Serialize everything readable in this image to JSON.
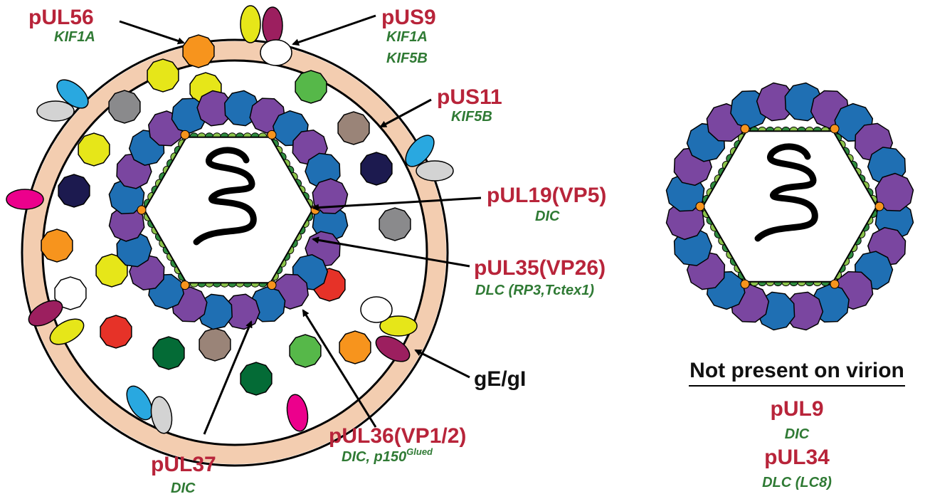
{
  "colors": {
    "envelope": "#f3cdb0",
    "red_label": "#b8243a",
    "green_label": "#2f7a34",
    "capsomer_blue": "#1f6fb3",
    "capsomer_purple": "#7a46a0",
    "vp26_green": "#8bc34a",
    "vp26_dark": "#2e8b3e",
    "portal_orange": "#f7941d"
  },
  "labels": {
    "pul56": "pUL56",
    "pul56_motor": "KIF1A",
    "pus9": "pUS9",
    "pus9_motor1": "KIF1A",
    "pus9_motor2": "KIF5B",
    "pus11": "pUS11",
    "pus11_motor": "KIF5B",
    "pul19": "pUL19(VP5)",
    "pul19_motor": "DIC",
    "pul35": "pUL35(VP26)",
    "pul35_motor": "DLC (RP3,Tctex1)",
    "ge_gi": "gE/gI",
    "pul37": "pUL37",
    "pul37_motor": "DIC",
    "pul36": "pUL36(VP1/2)",
    "pul36_motor": "DIC, p150",
    "pul36_motor_sup": "Glued"
  },
  "not_present": {
    "heading": "Not present on virion",
    "items": [
      {
        "name": "pUL9",
        "motor": "DIC"
      },
      {
        "name": "pUL34",
        "motor": "DLC (LC8)"
      }
    ]
  }
}
